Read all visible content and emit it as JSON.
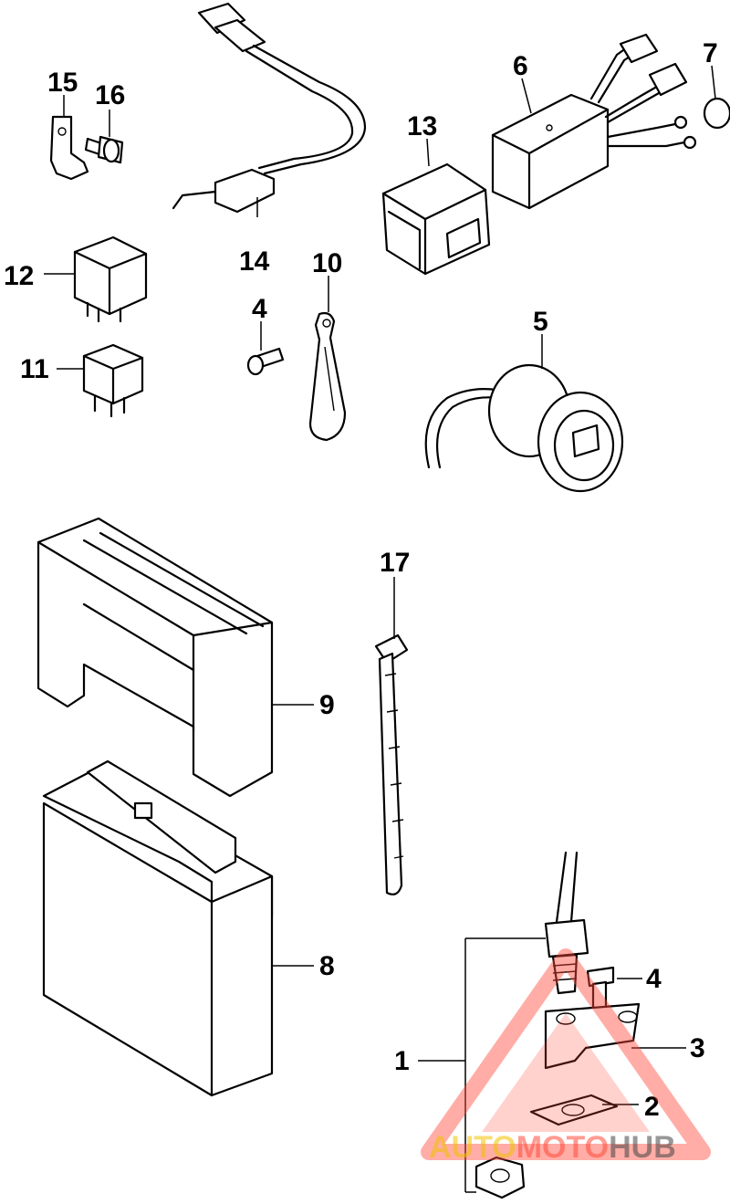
{
  "callouts": {
    "p1": "1",
    "p2": "2",
    "p3": "3",
    "p4a": "4",
    "p4b": "4",
    "p5": "5",
    "p6": "6",
    "p7": "7",
    "p8": "8",
    "p9": "9",
    "p10": "10",
    "p11": "11",
    "p12": "12",
    "p13": "13",
    "p14": "14",
    "p15": "15",
    "p16": "16",
    "p17": "17"
  },
  "watermark": {
    "part_a": "AUTO",
    "part_b": "MOTO",
    "part_c": "HUB",
    "colors": {
      "yellow": "#f2c200",
      "red": "#ff4a3a",
      "gray": "#444444"
    }
  }
}
